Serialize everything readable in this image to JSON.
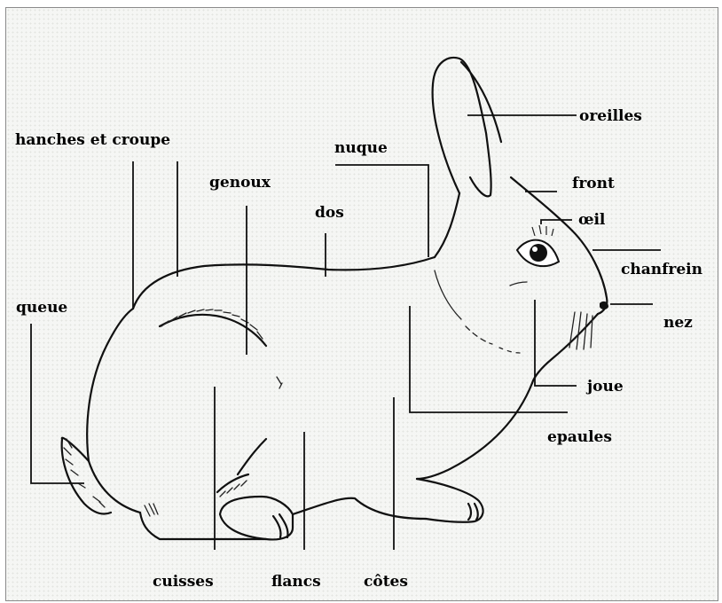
{
  "labels": {
    "oreilles": "oreilles",
    "front": "front",
    "oeil": "œil",
    "chanfrein": "chanfrein",
    "nez": "nez",
    "joue": "joue",
    "epaules": "epaules",
    "cotes": "côtes",
    "flancs": "flancs",
    "cuisses": "cuisses",
    "queue": "queue",
    "hanches_croupe": "hanches et croupe",
    "genoux": "genoux",
    "dos": "dos",
    "nuque": "nuque"
  },
  "colors": {
    "background": "#f5f6f4",
    "outline": "#111111",
    "text": "#000000"
  }
}
